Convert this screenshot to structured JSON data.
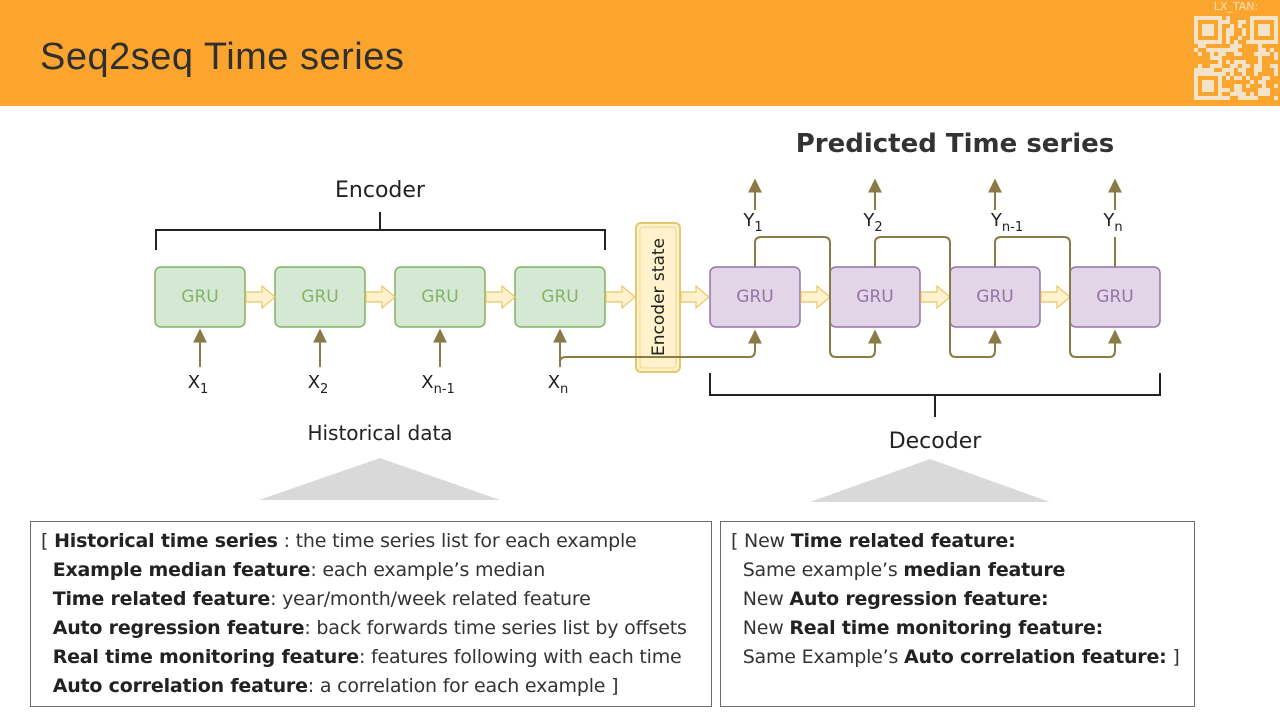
{
  "header": {
    "title": "Seq2seq Time series",
    "qr_label": "LX_TAN:"
  },
  "colors": {
    "header_bg": "#fba52f",
    "gru_encoder": "#d5e8d4",
    "gru_encoder_border": "#82b366",
    "gru_decoder": "#e1d5e7",
    "gru_decoder_border": "#9673a6",
    "state_box": "#fff2cc",
    "arrow": "#8a7a46"
  },
  "diagram": {
    "title": "Predicted Time series",
    "encoder_label": "Encoder",
    "decoder_label": "Decoder",
    "historical_label": "Historical data",
    "state_label": "Encoder state",
    "gru_label": "GRU",
    "inputs": [
      {
        "main": "X",
        "sub": "1"
      },
      {
        "main": "X",
        "sub": "2"
      },
      {
        "main": "X",
        "sub": "n-1"
      },
      {
        "main": "X",
        "sub": "n"
      }
    ],
    "outputs": [
      {
        "main": "Y",
        "sub": "1"
      },
      {
        "main": "Y",
        "sub": "2"
      },
      {
        "main": "Y",
        "sub": "n-1"
      },
      {
        "main": "Y",
        "sub": "n"
      }
    ]
  },
  "left_box": {
    "lines": [
      {
        "pre": "[ ",
        "bold": "Historical time series",
        "post": " : the time series list for each example"
      },
      {
        "pre": "  ",
        "bold": "Example median feature",
        "post": ": each example’s median"
      },
      {
        "pre": "  ",
        "bold": "Time related feature",
        "post": ": year/month/week related feature"
      },
      {
        "pre": "  ",
        "bold": "Auto regression feature",
        "post": ": back forwards time series list by offsets"
      },
      {
        "pre": "  ",
        "bold": "Real time monitoring feature",
        "post": ": features following with each time"
      },
      {
        "pre": "  ",
        "bold": "Auto correlation feature",
        "post": ":  a correlation for each example ]"
      }
    ]
  },
  "right_box": {
    "lines": [
      {
        "pre": "[ New ",
        "bold": "Time related feature:",
        "post": ""
      },
      {
        "pre": "  Same example’s ",
        "bold": "median feature",
        "post": ""
      },
      {
        "pre": "  New ",
        "bold": "Auto regression feature:",
        "post": ""
      },
      {
        "pre": "  New ",
        "bold": "Real time monitoring feature:",
        "post": ""
      },
      {
        "pre": "  Same Example’s ",
        "bold": "Auto correlation feature:",
        "post": "  ]"
      }
    ]
  }
}
